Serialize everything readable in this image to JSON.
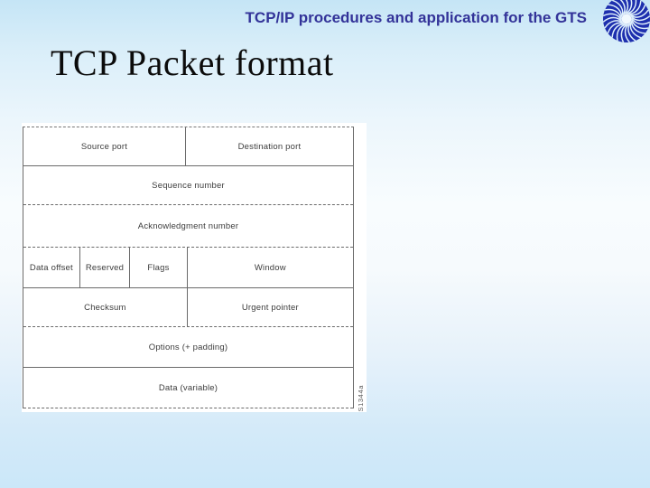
{
  "slide": {
    "header": "TCP/IP procedures and application for the GTS",
    "title": "TCP Packet format"
  },
  "diagram": {
    "figure_id": "S1344a",
    "rows": [
      {
        "height": 43,
        "border_bottom": "solid",
        "cells": [
          {
            "label": "Source port",
            "width": "49.3%"
          },
          {
            "label": "Destination port",
            "width": "50.7%"
          }
        ]
      },
      {
        "height": 43,
        "border_bottom": "dashed",
        "cells": [
          {
            "label": "Sequence number",
            "width": "100%"
          }
        ]
      },
      {
        "height": 47,
        "border_bottom": "dashed",
        "cells": [
          {
            "label": "Acknowledgment number",
            "width": "100%"
          }
        ]
      },
      {
        "height": 45,
        "border_bottom": "solid",
        "cells": [
          {
            "label": "Data offset",
            "width": "17.2%"
          },
          {
            "label": "Reserved",
            "width": "15.2%"
          },
          {
            "label": "Flags",
            "width": "17.4%"
          },
          {
            "label": "Window",
            "width": "50.2%"
          }
        ]
      },
      {
        "height": 43,
        "border_bottom": "dashed",
        "cells": [
          {
            "label": "Checksum",
            "width": "49.8%"
          },
          {
            "label": "Urgent pointer",
            "width": "50.2%"
          }
        ]
      },
      {
        "height": 45,
        "border_bottom": "solid",
        "cells": [
          {
            "label": "Options (+ padding)",
            "width": "100%"
          }
        ]
      },
      {
        "height": 45,
        "border_bottom": "dashed",
        "cells": [
          {
            "label": "Data (variable)",
            "width": "100%"
          }
        ]
      }
    ]
  },
  "colors": {
    "header_text": "#333399",
    "title_text": "#0b0b0b",
    "diagram_line": "#6a6a6a",
    "diagram_text": "#3c3c3c",
    "logo_blue": "#1d2fae",
    "background_top": "#c5e5f6",
    "background_middle": "#f8fcfe",
    "background_bottom": "#cbe7f9"
  }
}
